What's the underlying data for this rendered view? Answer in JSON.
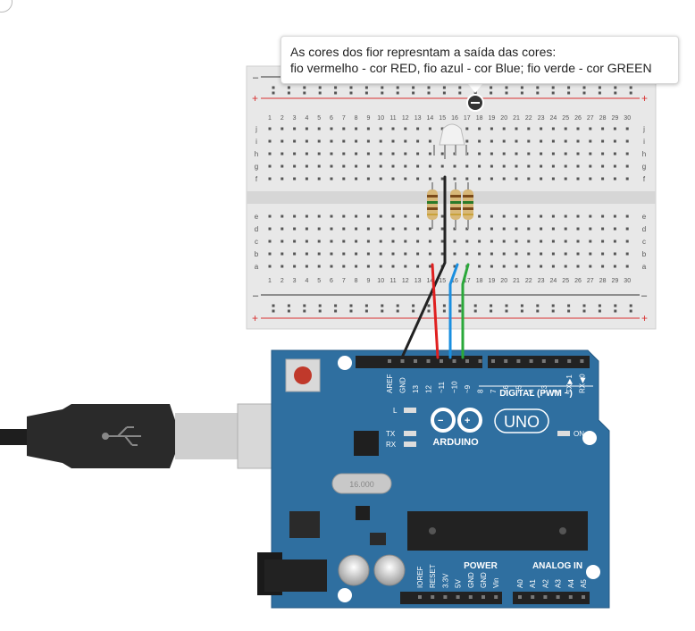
{
  "tooltip": {
    "line1": "As cores dos fior represntam a saída das cores:",
    "line2": " fio vermelho - cor RED, fio azul - cor Blue; fio verde - cor GREEN"
  },
  "breadboard": {
    "rows_top": [
      "j",
      "i",
      "h",
      "g",
      "f"
    ],
    "rows_bottom": [
      "e",
      "d",
      "c",
      "b",
      "a"
    ],
    "column_count": 30,
    "rail_minus": "–",
    "rail_plus": "+"
  },
  "arduino": {
    "logo_text": "ARDUINO",
    "model": "UNO",
    "digital_label": "DIGITAL (PWM ~)",
    "power_label": "POWER",
    "analog_label": "ANALOG IN",
    "on_label": "ON",
    "l_label": "L",
    "tx_label": "TX",
    "rx_label": "RX",
    "crystal_label": "16.000",
    "digital_pins": [
      "AREF",
      "GND",
      "13",
      "12",
      "~11",
      "~10",
      "~9",
      "8",
      "7",
      "~6",
      "~5",
      "4",
      "~3",
      "2",
      "TX▶1",
      "RX◀0"
    ],
    "power_pins": [
      "IOREF",
      "RESET",
      "3.3V",
      "5V",
      "GND",
      "GND",
      "Vin"
    ],
    "analog_pins": [
      "A0",
      "A1",
      "A2",
      "A3",
      "A4",
      "A5"
    ]
  },
  "colors": {
    "board_blue": "#2f6fa0",
    "wire_red": "#e02020",
    "wire_blue": "#1a8fe0",
    "wire_green": "#2aa83a",
    "wire_black": "#222222",
    "rail_red": "#d83030",
    "breadboard": "#ececec"
  }
}
